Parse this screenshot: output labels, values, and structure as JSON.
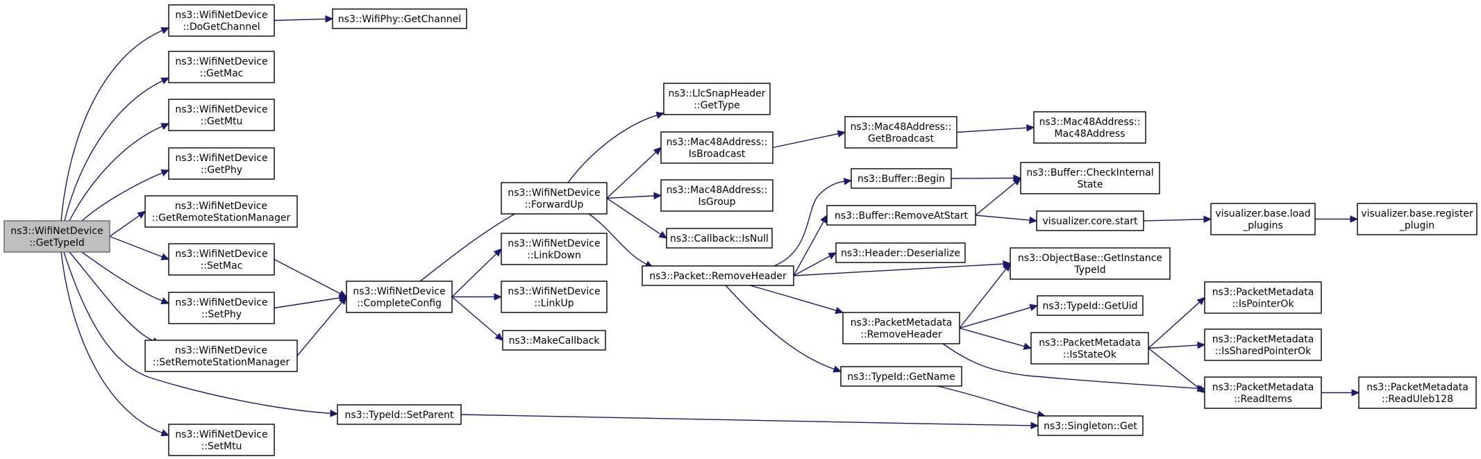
{
  "nodes": [
    {
      "id": "n0",
      "lines": [
        "ns3::WifiNetDevice",
        "::GetTypeId"
      ],
      "root": true
    },
    {
      "id": "n1",
      "lines": [
        "ns3::WifiNetDevice",
        "::DoGetChannel"
      ]
    },
    {
      "id": "n2",
      "lines": [
        "ns3::WifiPhy::GetChannel"
      ]
    },
    {
      "id": "n3",
      "lines": [
        "ns3::WifiNetDevice",
        "::GetMac"
      ]
    },
    {
      "id": "n4",
      "lines": [
        "ns3::WifiNetDevice",
        "::GetMtu"
      ]
    },
    {
      "id": "n5",
      "lines": [
        "ns3::WifiNetDevice",
        "::GetPhy"
      ]
    },
    {
      "id": "n6",
      "lines": [
        "ns3::WifiNetDevice",
        "::GetRemoteStationManager"
      ]
    },
    {
      "id": "n7",
      "lines": [
        "ns3::WifiNetDevice",
        "::SetMac"
      ]
    },
    {
      "id": "n8",
      "lines": [
        "ns3::WifiNetDevice",
        "::SetPhy"
      ]
    },
    {
      "id": "n9",
      "lines": [
        "ns3::WifiNetDevice",
        "::SetRemoteStationManager"
      ]
    },
    {
      "id": "n10",
      "lines": [
        "ns3::WifiNetDevice",
        "::SetMtu"
      ]
    },
    {
      "id": "n11",
      "lines": [
        "ns3::TypeId::SetParent"
      ]
    },
    {
      "id": "n12",
      "lines": [
        "ns3::WifiNetDevice",
        "::CompleteConfig"
      ]
    },
    {
      "id": "n13",
      "lines": [
        "ns3::WifiNetDevice",
        "::ForwardUp"
      ]
    },
    {
      "id": "n14",
      "lines": [
        "ns3::WifiNetDevice",
        "::LinkDown"
      ]
    },
    {
      "id": "n15",
      "lines": [
        "ns3::WifiNetDevice",
        "::LinkUp"
      ]
    },
    {
      "id": "n16",
      "lines": [
        "ns3::MakeCallback"
      ]
    },
    {
      "id": "n17",
      "lines": [
        "ns3::LlcSnapHeader",
        "::GetType"
      ]
    },
    {
      "id": "n18",
      "lines": [
        "ns3::Mac48Address::",
        "IsBroadcast"
      ]
    },
    {
      "id": "n19",
      "lines": [
        "ns3::Mac48Address::",
        "IsGroup"
      ]
    },
    {
      "id": "n20",
      "lines": [
        "ns3::Callback::IsNull"
      ]
    },
    {
      "id": "n21",
      "lines": [
        "ns3::Packet::RemoveHeader"
      ]
    },
    {
      "id": "n22",
      "lines": [
        "ns3::Mac48Address::",
        "GetBroadcast"
      ]
    },
    {
      "id": "n23",
      "lines": [
        "ns3::Mac48Address::",
        "Mac48Address"
      ]
    },
    {
      "id": "n24",
      "lines": [
        "ns3::Buffer::Begin"
      ]
    },
    {
      "id": "n25",
      "lines": [
        "ns3::Buffer::RemoveAtStart"
      ]
    },
    {
      "id": "n26",
      "lines": [
        "ns3::Header::Deserialize"
      ]
    },
    {
      "id": "n27",
      "lines": [
        "ns3::PacketMetadata",
        "::RemoveHeader"
      ]
    },
    {
      "id": "n28",
      "lines": [
        "ns3::TypeId::GetName"
      ]
    },
    {
      "id": "n29",
      "lines": [
        "ns3::Buffer::CheckInternal",
        "State"
      ]
    },
    {
      "id": "n30",
      "lines": [
        "visualizer.core.start"
      ]
    },
    {
      "id": "n31",
      "lines": [
        "ns3::ObjectBase::GetInstance",
        "TypeId"
      ]
    },
    {
      "id": "n32",
      "lines": [
        "ns3::TypeId::GetUid"
      ]
    },
    {
      "id": "n33",
      "lines": [
        "ns3::PacketMetadata",
        "::IsStateOk"
      ]
    },
    {
      "id": "n34",
      "lines": [
        "ns3::Singleton::Get"
      ]
    },
    {
      "id": "n35",
      "lines": [
        "visualizer.base.load",
        "_plugins"
      ]
    },
    {
      "id": "n36",
      "lines": [
        "visualizer.base.register",
        "_plugin"
      ]
    },
    {
      "id": "n37",
      "lines": [
        "ns3::PacketMetadata",
        "::IsPointerOk"
      ]
    },
    {
      "id": "n38",
      "lines": [
        "ns3::PacketMetadata",
        "::IsSharedPointerOk"
      ]
    },
    {
      "id": "n39",
      "lines": [
        "ns3::PacketMetadata",
        "::ReadItems"
      ]
    },
    {
      "id": "n40",
      "lines": [
        "ns3::PacketMetadata",
        "::ReadUleb128"
      ]
    }
  ],
  "edges": [
    [
      "n0",
      "n1"
    ],
    [
      "n0",
      "n3"
    ],
    [
      "n0",
      "n4"
    ],
    [
      "n0",
      "n5"
    ],
    [
      "n0",
      "n6"
    ],
    [
      "n0",
      "n7"
    ],
    [
      "n0",
      "n8"
    ],
    [
      "n0",
      "n9"
    ],
    [
      "n0",
      "n10"
    ],
    [
      "n0",
      "n11"
    ],
    [
      "n1",
      "n2"
    ],
    [
      "n7",
      "n12"
    ],
    [
      "n8",
      "n12"
    ],
    [
      "n9",
      "n12"
    ],
    [
      "n12",
      "n13"
    ],
    [
      "n12",
      "n14"
    ],
    [
      "n12",
      "n15"
    ],
    [
      "n12",
      "n16"
    ],
    [
      "n13",
      "n17"
    ],
    [
      "n13",
      "n18"
    ],
    [
      "n13",
      "n19"
    ],
    [
      "n13",
      "n20"
    ],
    [
      "n13",
      "n21"
    ],
    [
      "n18",
      "n22"
    ],
    [
      "n22",
      "n23"
    ],
    [
      "n21",
      "n24"
    ],
    [
      "n21",
      "n25"
    ],
    [
      "n21",
      "n26"
    ],
    [
      "n21",
      "n31"
    ],
    [
      "n21",
      "n27"
    ],
    [
      "n21",
      "n28"
    ],
    [
      "n24",
      "n29"
    ],
    [
      "n25",
      "n29"
    ],
    [
      "n25",
      "n30"
    ],
    [
      "n30",
      "n35"
    ],
    [
      "n35",
      "n36"
    ],
    [
      "n27",
      "n31"
    ],
    [
      "n27",
      "n32"
    ],
    [
      "n27",
      "n33"
    ],
    [
      "n27",
      "n39"
    ],
    [
      "n33",
      "n37"
    ],
    [
      "n33",
      "n38"
    ],
    [
      "n33",
      "n39"
    ],
    [
      "n39",
      "n40"
    ],
    [
      "n28",
      "n34"
    ],
    [
      "n11",
      "n34"
    ]
  ]
}
